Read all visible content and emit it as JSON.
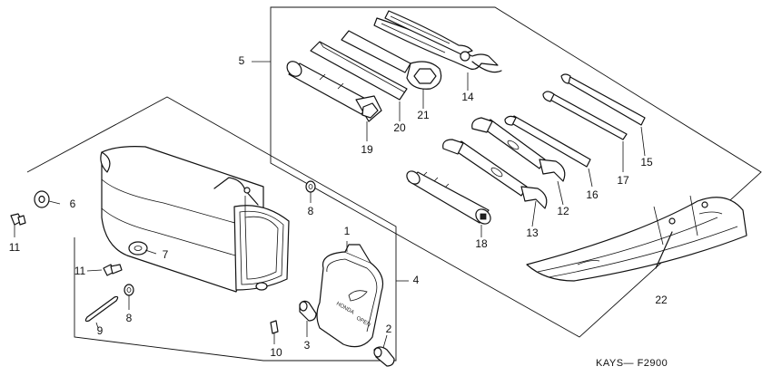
{
  "diagram": {
    "catalog_code": "KAYS— F2900",
    "brand_emboss": "HONDA",
    "open_emboss": "OPEN",
    "callouts": {
      "p1": "1",
      "p2": "2",
      "p3": "3",
      "p4": "4",
      "p5": "5",
      "p6": "6",
      "p7": "7",
      "p8a": "8",
      "p8b": "8",
      "p9": "9",
      "p10": "10",
      "p11a": "11",
      "p11b": "11",
      "p12": "12",
      "p13": "13",
      "p14": "14",
      "p15": "15",
      "p16": "16",
      "p17": "17",
      "p18": "18",
      "p19": "19",
      "p20": "20",
      "p21": "21",
      "p22": "22"
    }
  }
}
